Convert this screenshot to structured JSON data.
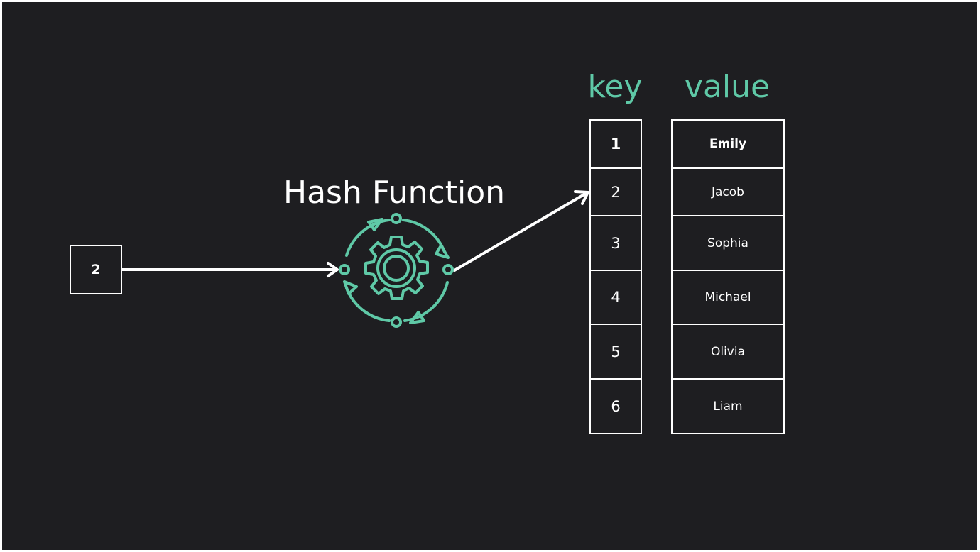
{
  "input": {
    "value": "2"
  },
  "hash_function": {
    "title": "Hash Function",
    "icon": "gear-cycle-icon",
    "color": "#5fc9a7"
  },
  "table": {
    "key_header": "key",
    "value_header": "value",
    "rows": [
      {
        "key": "1",
        "value": "Emily",
        "bold": true
      },
      {
        "key": "2",
        "value": "Jacob",
        "bold": false
      },
      {
        "key": "3",
        "value": "Sophia",
        "bold": false
      },
      {
        "key": "4",
        "value": "Michael",
        "bold": false
      },
      {
        "key": "5",
        "value": "Olivia",
        "bold": false
      },
      {
        "key": "6",
        "value": "Liam",
        "bold": false
      }
    ]
  },
  "colors": {
    "background": "#1e1e21",
    "accent": "#5fc9a7",
    "foreground": "#ffffff"
  }
}
